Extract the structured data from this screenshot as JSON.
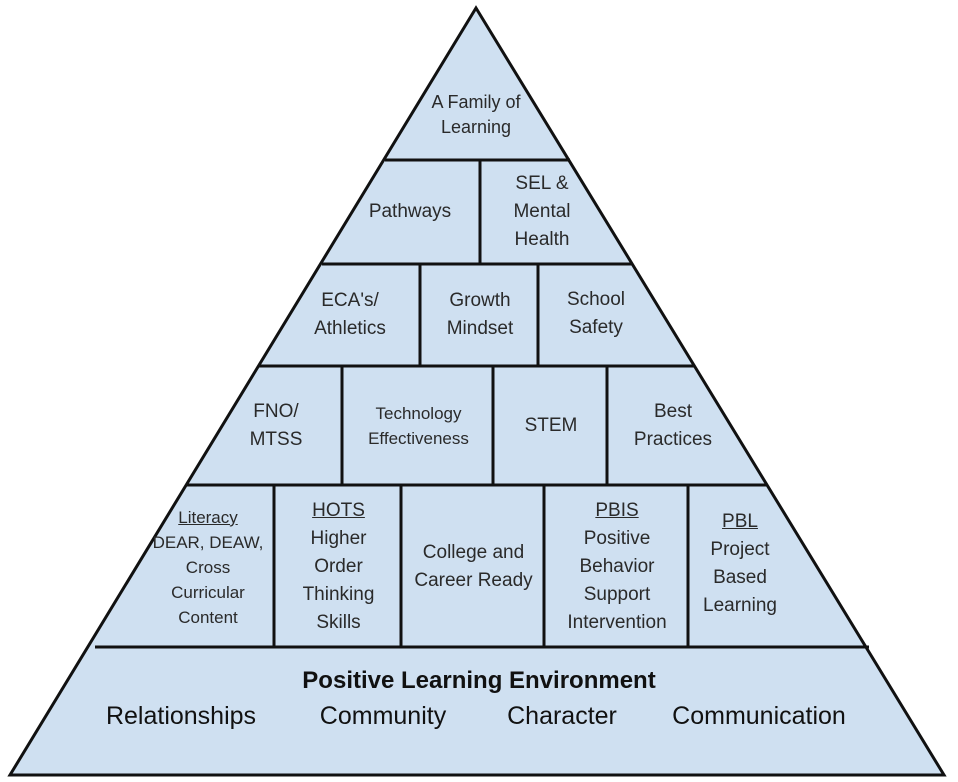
{
  "pyramid": {
    "fill_color": "#cfe0f1",
    "stroke_color": "#111111",
    "tier1": {
      "family": [
        "A Family of",
        "Learning"
      ]
    },
    "tier2": {
      "pathways": [
        "Pathways"
      ],
      "sel": [
        "SEL &",
        "Mental",
        "Health"
      ]
    },
    "tier3": {
      "eca": [
        "ECA's/",
        "Athletics"
      ],
      "growth": [
        "Growth",
        "Mindset"
      ],
      "safety": [
        "School",
        "Safety"
      ]
    },
    "tier4": {
      "fno": [
        "FNO/",
        "MTSS"
      ],
      "tech": [
        "Technology",
        "Effectiveness"
      ],
      "stem": [
        "STEM"
      ],
      "best": [
        "Best",
        "Practices"
      ]
    },
    "tier5": {
      "literacy": {
        "heading": "Literacy",
        "lines": [
          "DEAR, DEAW,",
          "Cross",
          "Curricular",
          "Content"
        ]
      },
      "hots": {
        "heading": "HOTS",
        "lines": [
          "Higher",
          "Order",
          "Thinking",
          "Skills"
        ]
      },
      "college": [
        "College and",
        "Career Ready"
      ],
      "pbis": {
        "heading": "PBIS",
        "lines": [
          "Positive",
          "Behavior",
          "Support",
          "Intervention"
        ]
      },
      "pbl": {
        "heading": "PBL",
        "lines": [
          "Project",
          "Based",
          "Learning"
        ]
      }
    },
    "base": {
      "title": "Positive Learning Environment",
      "relationships": "Relationships",
      "community": "Community",
      "character": "Character",
      "communication": "Communication"
    }
  }
}
